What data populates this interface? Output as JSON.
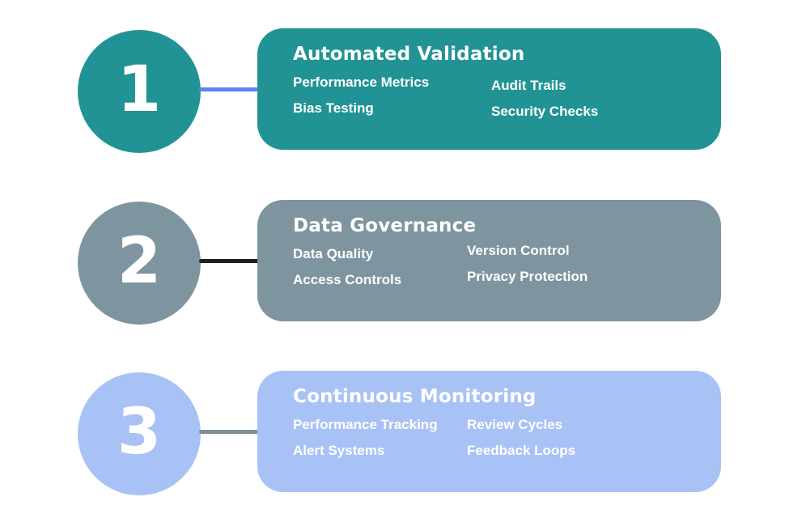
{
  "page": {
    "background_color": "#ffffff",
    "text_color": "#ffffff"
  },
  "sections": [
    {
      "number": "1",
      "title": "Automated Validation",
      "accent_color": "#219394",
      "connector_color": "#5B86F0",
      "items_col1": [
        "Performance Metrics",
        "Bias Testing"
      ],
      "items_col2": [
        "Audit Trails",
        "Security Checks"
      ]
    },
    {
      "number": "2",
      "title": "Data Governance",
      "accent_color": "#7E95A0",
      "connector_color": "#1F1F1F",
      "items_col1": [
        "Data Quality",
        "Access Controls"
      ],
      "items_col2": [
        "Version Control",
        "Privacy Protection"
      ]
    },
    {
      "number": "3",
      "title": "Continuous Monitoring",
      "accent_color": "#A8C2F5",
      "connector_color": "#7E8F97",
      "items_col1": [
        "Performance Tracking",
        "Alert Systems"
      ],
      "items_col2": [
        "Review Cycles",
        "Feedback Loops"
      ]
    }
  ]
}
